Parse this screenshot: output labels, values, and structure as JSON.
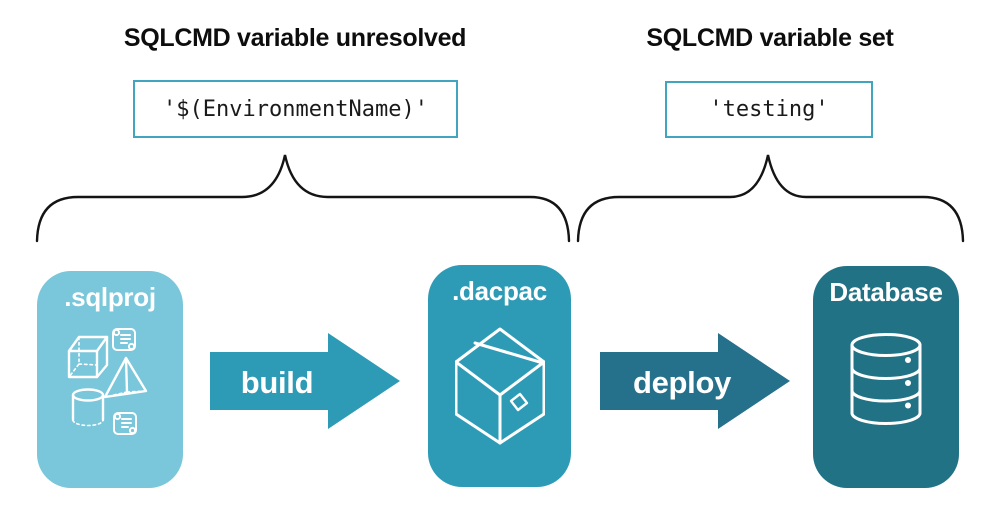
{
  "annotations": {
    "unresolved": {
      "heading": "SQLCMD variable unresolved",
      "code": "'$(EnvironmentName)'"
    },
    "resolved": {
      "heading": "SQLCMD variable set",
      "code": "'testing'"
    }
  },
  "pipeline": {
    "nodes": [
      {
        "id": "sqlproj",
        "label": ".sqlproj",
        "color": "#7ac6da",
        "icon": "sql-project-objects-icon"
      },
      {
        "id": "dacpac",
        "label": ".dacpac",
        "color": "#2e9bb6",
        "icon": "package-box-icon"
      },
      {
        "id": "database",
        "label": "Database",
        "color": "#217285",
        "icon": "database-cylinder-icon"
      }
    ],
    "arrows": [
      {
        "label": "build",
        "color": "#2e9bb6"
      },
      {
        "label": "deploy",
        "color": "#25708a"
      }
    ]
  },
  "colors": {
    "background": "#ffffff",
    "code_box_border": "#41a5c0",
    "brace_stroke": "#141414",
    "heading_text": "#0d0d0d",
    "code_text": "#1a1a1a",
    "node_label_text": "#ffffff",
    "icon_stroke": "#ffffff"
  }
}
